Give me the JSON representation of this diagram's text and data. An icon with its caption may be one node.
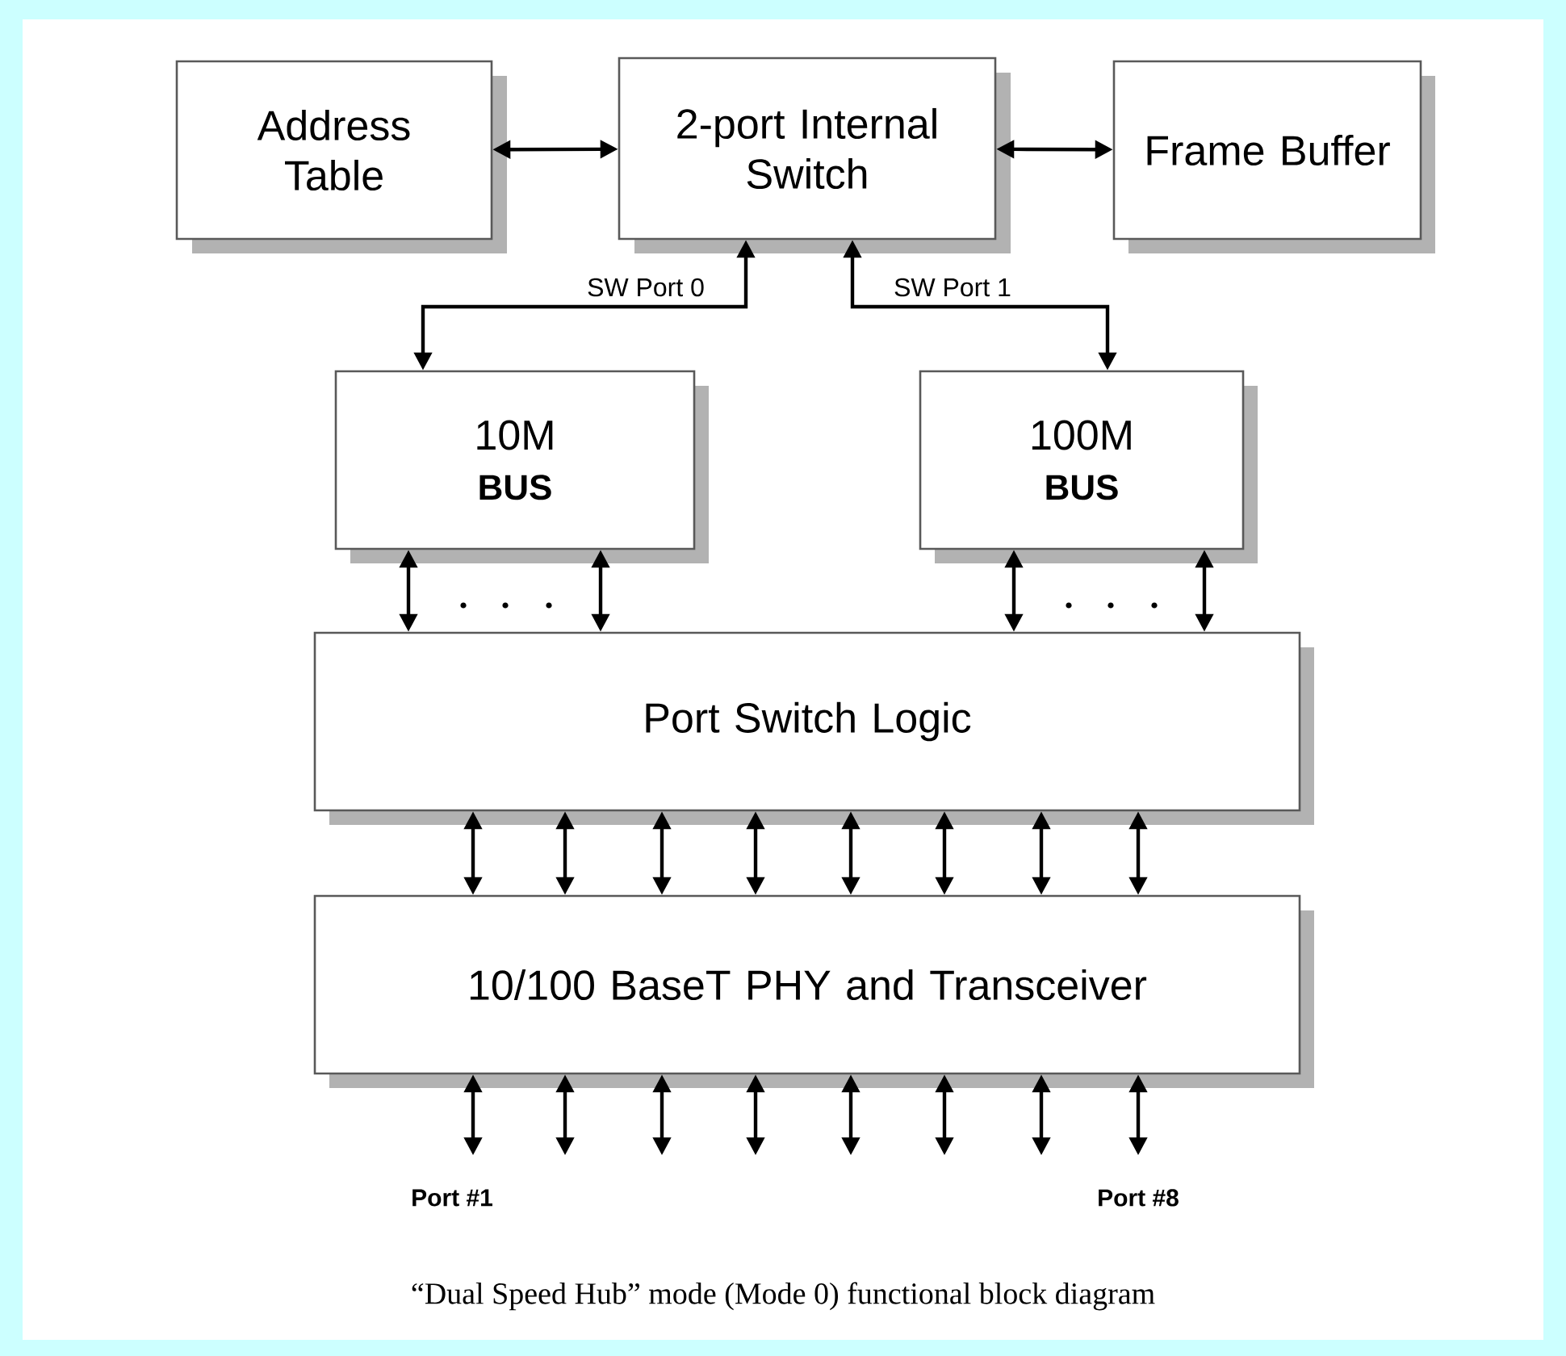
{
  "diagram": {
    "caption": "“Dual Speed Hub” mode (Mode 0) functional block diagram",
    "nodes": [
      {
        "text": [
          "Address Table"
        ]
      },
      {
        "text": [
          "2-port Internal Switch"
        ]
      },
      {
        "text": [
          "Frame Buffer"
        ]
      },
      {
        "text": [
          "10M",
          "BUS"
        ]
      },
      {
        "text": [
          "100M",
          "BUS"
        ]
      },
      {
        "text": [
          "Port Switch Logic"
        ]
      },
      {
        "text": [
          "10/100 BaseT PHY and Transceiver"
        ]
      }
    ],
    "edges": [
      {
        "from": 0,
        "to": 1,
        "arrow": "both"
      },
      {
        "from": 1,
        "to": 2,
        "arrow": "both"
      },
      {
        "from": 1,
        "to": 3,
        "arrow": "both",
        "label": "SW Port 0"
      },
      {
        "from": 1,
        "to": 4,
        "arrow": "both",
        "label": "SW Port 1"
      },
      {
        "from": 3,
        "to": 5,
        "arrow": "both"
      },
      {
        "from": 3,
        "to": 5,
        "arrow": "both"
      },
      {
        "from": 4,
        "to": 5,
        "arrow": "both"
      },
      {
        "from": 4,
        "to": 5,
        "arrow": "both"
      },
      {
        "from": 5,
        "to": 6,
        "arrow": "both"
      },
      {
        "from": 5,
        "to": 6,
        "arrow": "both"
      },
      {
        "from": 5,
        "to": 6,
        "arrow": "both"
      },
      {
        "from": 5,
        "to": 6,
        "arrow": "both"
      },
      {
        "from": 5,
        "to": 6,
        "arrow": "both"
      },
      {
        "from": 5,
        "to": 6,
        "arrow": "both"
      },
      {
        "from": 5,
        "to": 6,
        "arrow": "both"
      },
      {
        "from": 5,
        "to": 6,
        "arrow": "both"
      },
      {
        "from": 6,
        "to": null,
        "arrow": "both"
      },
      {
        "from": 6,
        "to": null,
        "arrow": "both"
      },
      {
        "from": 6,
        "to": null,
        "arrow": "both"
      },
      {
        "from": 6,
        "to": null,
        "arrow": "both"
      },
      {
        "from": 6,
        "to": null,
        "arrow": "both"
      },
      {
        "from": 6,
        "to": null,
        "arrow": "both"
      },
      {
        "from": 6,
        "to": null,
        "arrow": "both"
      },
      {
        "from": 6,
        "to": null,
        "arrow": "both"
      }
    ],
    "labels": [
      "Port #1",
      "Port #8"
    ]
  }
}
